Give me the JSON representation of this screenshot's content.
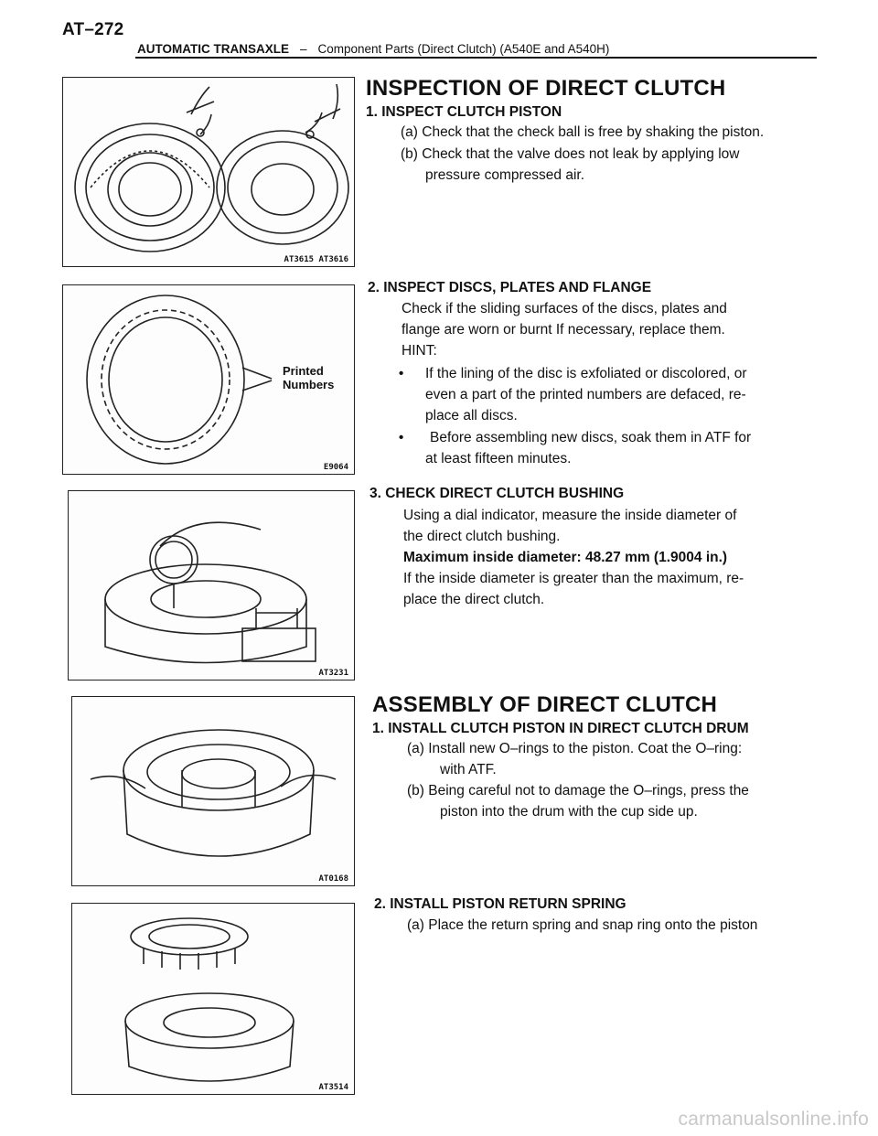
{
  "header": {
    "page_number": "AT–272",
    "section": "AUTOMATIC TRANSAXLE",
    "separator": "–",
    "subsection": "Component Parts (Direct Clutch) (A540E and A540H)"
  },
  "figures": [
    {
      "code": "AT3615 AT3616"
    },
    {
      "code": "E9064",
      "callout": [
        "Printed",
        "Numbers"
      ]
    },
    {
      "code": "AT3231"
    },
    {
      "code": "AT0168"
    },
    {
      "code": "AT3514"
    }
  ],
  "inspection": {
    "title": "INSPECTION OF DIRECT CLUTCH",
    "step1": {
      "heading": "1. INSPECT CLUTCH PISTON",
      "a": "(a) Check that the check ball is free by shaking the piston.",
      "b_line1": "(b) Check that the valve does not leak by applying low",
      "b_line2": "pressure compressed air."
    },
    "step2": {
      "heading": "2. INSPECT DISCS, PLATES AND FLANGE",
      "line1": "Check if the sliding surfaces of the discs, plates and",
      "line2": "flange are worn or burnt If necessary, replace them.",
      "hint": "HINT:",
      "bullet1_line1": "If the lining of the disc is exfoliated or discolored, or",
      "bullet1_line2": "even a part of the printed numbers are defaced, re-",
      "bullet1_line3": "place all discs.",
      "bullet2_line1": "Before assembling new discs, soak them in ATF for",
      "bullet2_line2": "at least fifteen minutes."
    },
    "step3": {
      "heading": "3. CHECK DIRECT CLUTCH BUSHING",
      "line1": "Using a dial indicator, measure the inside diameter of",
      "line2": "the direct clutch bushing.",
      "spec": "Maximum inside diameter: 48.27 mm (1.9004 in.)",
      "line3": "If the inside diameter is greater than the maximum, re-",
      "line4": "place the direct clutch."
    }
  },
  "assembly": {
    "title": "ASSEMBLY OF DIRECT CLUTCH",
    "step1": {
      "heading": "1. INSTALL CLUTCH PISTON IN DIRECT CLUTCH DRUM",
      "a_line1": "(a) Install new O–rings to the piston. Coat the O–ring:",
      "a_line2": "with ATF.",
      "b_line1": "(b) Being careful not to damage the O–rings, press the",
      "b_line2": "piston into the drum with the cup side up."
    },
    "step2": {
      "heading": "2. INSTALL PISTON RETURN SPRING",
      "a": "(a) Place the return spring and snap ring onto the piston"
    }
  },
  "watermark": "carmanualsonline.info"
}
